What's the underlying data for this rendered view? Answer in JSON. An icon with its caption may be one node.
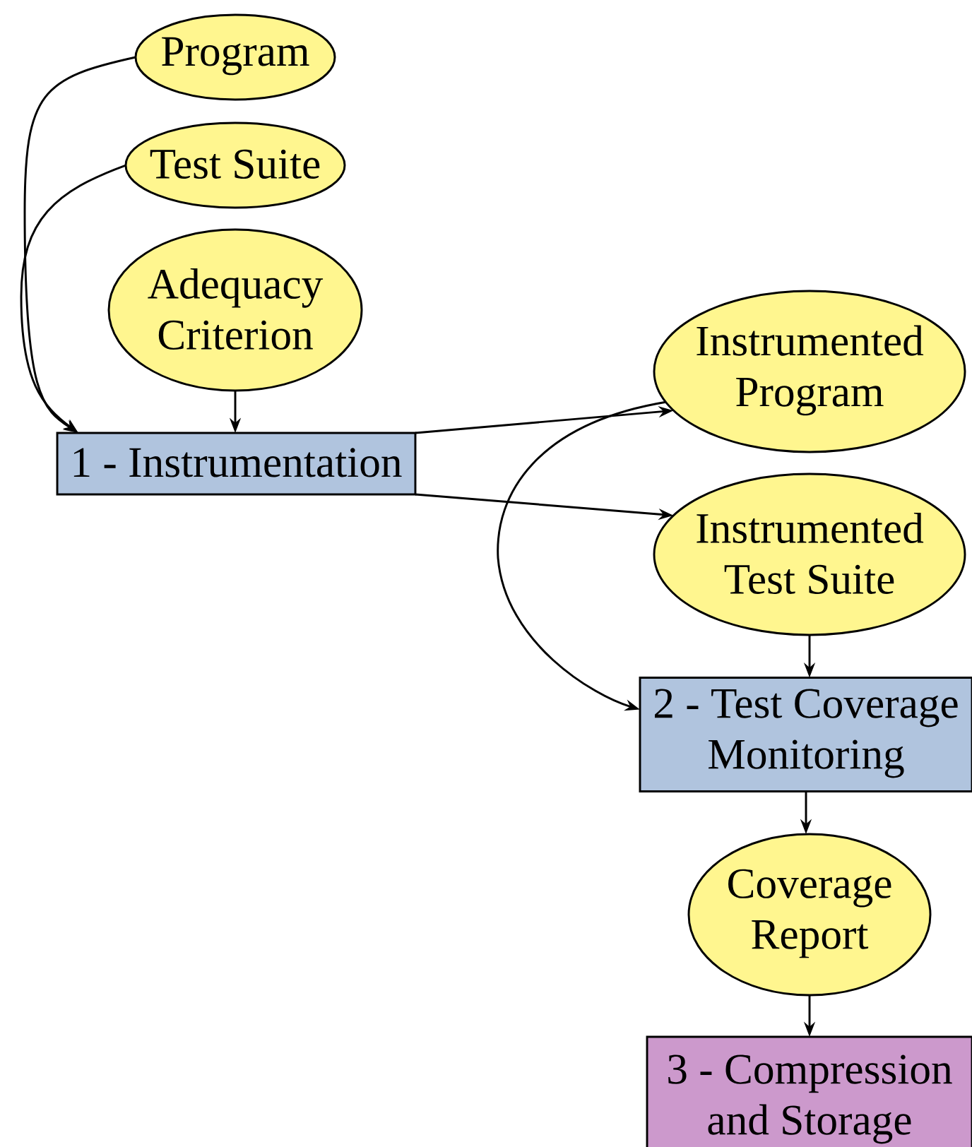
{
  "diagram": {
    "nodes": [
      {
        "text": [
          "Program"
        ]
      },
      {
        "text": [
          "Test Suite"
        ]
      },
      {
        "text": [
          "Adequacy Criterion"
        ]
      },
      {
        "text": [
          "1 - Instrumentation"
        ]
      },
      {
        "text": [
          "Instrumented Program"
        ]
      },
      {
        "text": [
          "Instrumented Test Suite"
        ]
      },
      {
        "text": [
          "2 - Test Coverage Monitoring"
        ]
      },
      {
        "text": [
          "Coverage Report"
        ]
      },
      {
        "text": [
          "3 - Compression and Storage"
        ]
      }
    ],
    "edges": [
      {
        "from": 0,
        "to": 3,
        "arrow": "to"
      },
      {
        "from": 1,
        "to": 3,
        "arrow": "to"
      },
      {
        "from": 2,
        "to": 3,
        "arrow": "to"
      },
      {
        "from": 3,
        "to": 4,
        "arrow": "to"
      },
      {
        "from": 3,
        "to": 5,
        "arrow": "to"
      },
      {
        "from": 4,
        "to": 6,
        "arrow": "to"
      },
      {
        "from": 5,
        "to": 6,
        "arrow": "to"
      },
      {
        "from": 6,
        "to": 7,
        "arrow": "to"
      },
      {
        "from": 7,
        "to": 8,
        "arrow": "to"
      }
    ]
  }
}
